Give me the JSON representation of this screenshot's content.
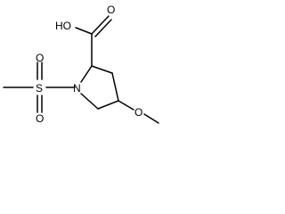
{
  "molecule": {
    "atoms": {
      "carboxyl_oh": "HO",
      "carbonyl_o": "O",
      "nitrogen": "N",
      "sulfur": "S",
      "sulfonyl_o_top": "O",
      "sulfonyl_o_bottom": "O",
      "methoxy_o": "O"
    }
  }
}
